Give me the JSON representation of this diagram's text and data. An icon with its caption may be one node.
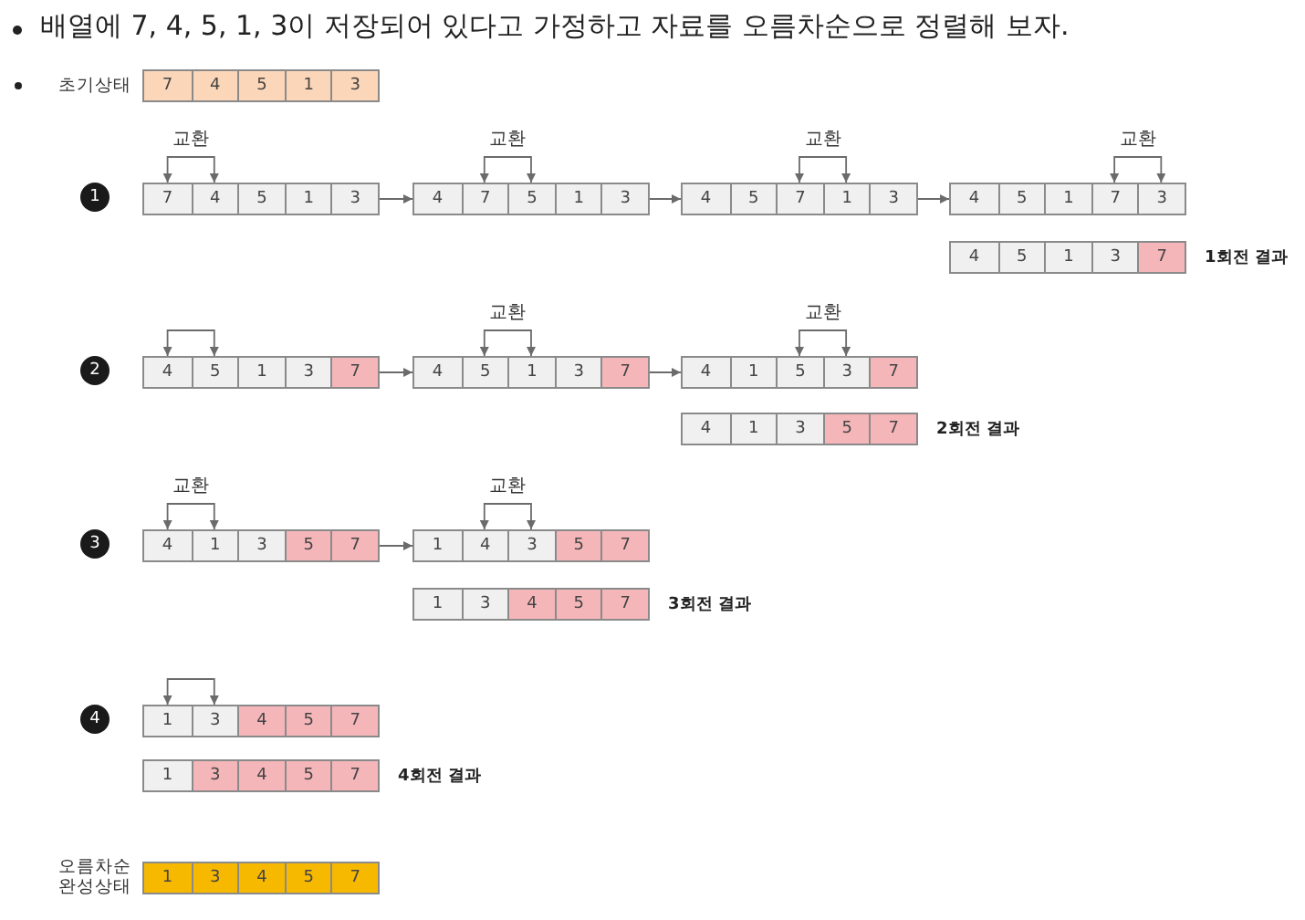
{
  "diagram": {
    "title": "배열에 7, 4, 5, 1, 3이 저장되어 있다고 가정하고 자료를 오름차순으로 정렬해 보자.",
    "nodes": [
      {
        "text": [],
        "shape": "box",
        "beside": [
          "초기상태"
        ]
      },
      {
        "text": [
          "7"
        ],
        "in": 0
      },
      {
        "text": [
          "4"
        ],
        "in": 0
      },
      {
        "text": [
          "5"
        ],
        "in": 0
      },
      {
        "text": [
          "1"
        ],
        "in": 0
      },
      {
        "text": [
          "3"
        ],
        "in": 0
      },
      {
        "text": [
          "1"
        ]
      },
      {
        "text": [],
        "shape": "box"
      },
      {
        "text": [
          "7"
        ],
        "in": 7
      },
      {
        "text": [
          "4"
        ],
        "in": 7
      },
      {
        "text": [
          "5"
        ],
        "in": 7
      },
      {
        "text": [
          "1"
        ],
        "in": 7
      },
      {
        "text": [
          "3"
        ],
        "in": 7
      },
      {
        "text": [],
        "shape": "box"
      },
      {
        "text": [
          "4"
        ],
        "in": 13
      },
      {
        "text": [
          "7"
        ],
        "in": 13
      },
      {
        "text": [
          "5"
        ],
        "in": 13
      },
      {
        "text": [
          "1"
        ],
        "in": 13
      },
      {
        "text": [
          "3"
        ],
        "in": 13
      },
      {
        "text": [],
        "shape": "box"
      },
      {
        "text": [
          "4"
        ],
        "in": 19
      },
      {
        "text": [
          "5"
        ],
        "in": 19
      },
      {
        "text": [
          "7"
        ],
        "in": 19
      },
      {
        "text": [
          "1"
        ],
        "in": 19
      },
      {
        "text": [
          "3"
        ],
        "in": 19
      },
      {
        "text": [],
        "shape": "box"
      },
      {
        "text": [
          "4"
        ],
        "in": 25
      },
      {
        "text": [
          "5"
        ],
        "in": 25
      },
      {
        "text": [
          "1"
        ],
        "in": 25
      },
      {
        "text": [
          "7"
        ],
        "in": 25
      },
      {
        "text": [
          "3"
        ],
        "in": 25
      },
      {
        "text": [],
        "shape": "box",
        "beside": [
          "1회전 결과"
        ]
      },
      {
        "text": [
          "4"
        ],
        "in": 31
      },
      {
        "text": [
          "5"
        ],
        "in": 31
      },
      {
        "text": [
          "1"
        ],
        "in": 31
      },
      {
        "text": [
          "3"
        ],
        "in": 31
      },
      {
        "text": [
          "7"
        ],
        "in": 31
      },
      {
        "text": [
          "2"
        ]
      },
      {
        "text": [],
        "shape": "box"
      },
      {
        "text": [
          "4"
        ],
        "in": 38
      },
      {
        "text": [
          "5"
        ],
        "in": 38
      },
      {
        "text": [
          "1"
        ],
        "in": 38
      },
      {
        "text": [
          "3"
        ],
        "in": 38
      },
      {
        "text": [
          "7"
        ],
        "in": 38
      },
      {
        "text": [],
        "shape": "box"
      },
      {
        "text": [
          "4"
        ],
        "in": 44
      },
      {
        "text": [
          "5"
        ],
        "in": 44
      },
      {
        "text": [
          "1"
        ],
        "in": 44
      },
      {
        "text": [
          "3"
        ],
        "in": 44
      },
      {
        "text": [
          "7"
        ],
        "in": 44
      },
      {
        "text": [],
        "shape": "box"
      },
      {
        "text": [
          "4"
        ],
        "in": 50
      },
      {
        "text": [
          "1"
        ],
        "in": 50
      },
      {
        "text": [
          "5"
        ],
        "in": 50
      },
      {
        "text": [
          "3"
        ],
        "in": 50
      },
      {
        "text": [
          "7"
        ],
        "in": 50
      },
      {
        "text": [],
        "shape": "box",
        "beside": [
          "2회전 결과"
        ]
      },
      {
        "text": [
          "4"
        ],
        "in": 56
      },
      {
        "text": [
          "1"
        ],
        "in": 56
      },
      {
        "text": [
          "3"
        ],
        "in": 56
      },
      {
        "text": [
          "5"
        ],
        "in": 56
      },
      {
        "text": [
          "7"
        ],
        "in": 56
      },
      {
        "text": [
          "3"
        ]
      },
      {
        "text": [],
        "shape": "box"
      },
      {
        "text": [
          "4"
        ],
        "in": 63
      },
      {
        "text": [
          "1"
        ],
        "in": 63
      },
      {
        "text": [
          "3"
        ],
        "in": 63
      },
      {
        "text": [
          "5"
        ],
        "in": 63
      },
      {
        "text": [
          "7"
        ],
        "in": 63
      },
      {
        "text": [],
        "shape": "box"
      },
      {
        "text": [
          "1"
        ],
        "in": 69
      },
      {
        "text": [
          "4"
        ],
        "in": 69
      },
      {
        "text": [
          "3"
        ],
        "in": 69
      },
      {
        "text": [
          "5"
        ],
        "in": 69
      },
      {
        "text": [
          "7"
        ],
        "in": 69
      },
      {
        "text": [],
        "shape": "box",
        "beside": [
          "3회전 결과"
        ]
      },
      {
        "text": [
          "1"
        ],
        "in": 75
      },
      {
        "text": [
          "3"
        ],
        "in": 75
      },
      {
        "text": [
          "4"
        ],
        "in": 75
      },
      {
        "text": [
          "5"
        ],
        "in": 75
      },
      {
        "text": [
          "7"
        ],
        "in": 75
      },
      {
        "text": [
          "4"
        ]
      },
      {
        "text": [],
        "shape": "box"
      },
      {
        "text": [
          "1"
        ],
        "in": 82
      },
      {
        "text": [
          "3"
        ],
        "in": 82
      },
      {
        "text": [
          "4"
        ],
        "in": 82
      },
      {
        "text": [
          "5"
        ],
        "in": 82
      },
      {
        "text": [
          "7"
        ],
        "in": 82
      },
      {
        "text": [],
        "shape": "box",
        "beside": [
          "4회전 결과"
        ]
      },
      {
        "text": [
          "1"
        ],
        "in": 88
      },
      {
        "text": [
          "3"
        ],
        "in": 88
      },
      {
        "text": [
          "4"
        ],
        "in": 88
      },
      {
        "text": [
          "5"
        ],
        "in": 88
      },
      {
        "text": [
          "7"
        ],
        "in": 88
      },
      {
        "text": [],
        "shape": "box",
        "beside": [
          "오름차순 완성상태"
        ]
      },
      {
        "text": [
          "1"
        ],
        "in": 94
      },
      {
        "text": [
          "3"
        ],
        "in": 94
      },
      {
        "text": [
          "4"
        ],
        "in": 94
      },
      {
        "text": [
          "5"
        ],
        "in": 94
      },
      {
        "text": [
          "7"
        ],
        "in": 94
      }
    ],
    "edges": [
      {
        "from": 8,
        "to": 9,
        "arrow": "both",
        "label": "교환"
      },
      {
        "from": 15,
        "to": 16,
        "arrow": "both",
        "label": "교환"
      },
      {
        "from": 22,
        "to": 23,
        "arrow": "both",
        "label": "교환"
      },
      {
        "from": 29,
        "to": 30,
        "arrow": "both",
        "label": "교환"
      },
      {
        "from": 7,
        "to": 13,
        "arrow": "to"
      },
      {
        "from": 13,
        "to": 19,
        "arrow": "to"
      },
      {
        "from": 19,
        "to": 25,
        "arrow": "to"
      },
      {
        "from": 39,
        "to": 40,
        "arrow": "both"
      },
      {
        "from": 46,
        "to": 47,
        "arrow": "both",
        "label": "교환"
      },
      {
        "from": 53,
        "to": 54,
        "arrow": "both",
        "label": "교환"
      },
      {
        "from": 38,
        "to": 44,
        "arrow": "to"
      },
      {
        "from": 44,
        "to": 50,
        "arrow": "to"
      },
      {
        "from": 64,
        "to": 65,
        "arrow": "both",
        "label": "교환"
      },
      {
        "from": 71,
        "to": 72,
        "arrow": "both",
        "label": "교환"
      },
      {
        "from": 63,
        "to": 69,
        "arrow": "to"
      },
      {
        "from": 83,
        "to": 84,
        "arrow": "both"
      }
    ]
  }
}
